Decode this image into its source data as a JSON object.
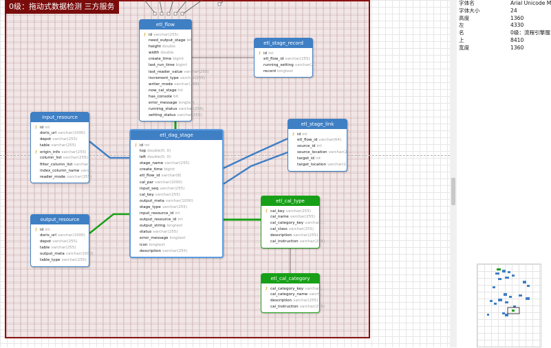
{
  "frame": {
    "title": "0级：拖动式数据检测 三方服务"
  },
  "properties": [
    {
      "key": "字体名",
      "value": "Arial Unicode M"
    },
    {
      "key": "字体大小",
      "value": "24"
    },
    {
      "key": "高度",
      "value": "1360"
    },
    {
      "key": "左",
      "value": "4330"
    },
    {
      "key": "名",
      "value": "0级：流程引擎服"
    },
    {
      "key": "上",
      "value": "8410"
    },
    {
      "key": "宽度",
      "value": "1360"
    }
  ],
  "tables": [
    {
      "id": "etl_flow",
      "title": "etl_flow",
      "color": "blue",
      "columns": [
        {
          "key": true,
          "name": "id",
          "type": "varchar(255)"
        },
        {
          "name": "need_output_stage",
          "type": "bit"
        },
        {
          "name": "height",
          "type": "double"
        },
        {
          "name": "width",
          "type": "double"
        },
        {
          "name": "create_time",
          "type": "bigint"
        },
        {
          "name": "last_run_time",
          "type": "bigint"
        },
        {
          "name": "last_reader_value",
          "type": "varchar(255)"
        },
        {
          "name": "increment_type",
          "type": "varchar(255)"
        },
        {
          "name": "writer_mode",
          "type": "varchar(255)"
        },
        {
          "name": "now_cal_stage",
          "type": "int"
        },
        {
          "name": "has_console",
          "type": "bit"
        },
        {
          "name": "error_message",
          "type": "longtext"
        },
        {
          "name": "running_status",
          "type": "varchar(255)"
        },
        {
          "name": "setting_status",
          "type": "varchar(255)"
        }
      ]
    },
    {
      "id": "etl_stage_record",
      "title": "etl_stage_record",
      "color": "blue",
      "columns": [
        {
          "key": true,
          "name": "id",
          "type": "int"
        },
        {
          "name": "etl_flow_id",
          "type": "varchar(255)"
        },
        {
          "name": "running_setting",
          "type": "varchar(2..."
        },
        {
          "name": "record",
          "type": "longtext"
        }
      ]
    },
    {
      "id": "input_resource",
      "title": "input_resource",
      "color": "blue",
      "columns": [
        {
          "key": true,
          "name": "id",
          "type": "int"
        },
        {
          "name": "doris_url",
          "type": "varchar(1000)"
        },
        {
          "name": "depot",
          "type": "varchar(255)"
        },
        {
          "name": "table",
          "type": "varchar(255)"
        },
        {
          "key": true,
          "name": "origin_info",
          "type": "varchar(255)"
        },
        {
          "name": "column_list",
          "type": "varchar(255)"
        },
        {
          "name": "filter_column_list",
          "type": "varchar(..."
        },
        {
          "name": "index_column_name",
          "type": "varc..."
        },
        {
          "name": "reader_mode",
          "type": "varchar(255)"
        }
      ]
    },
    {
      "id": "etl_dag_stage",
      "title": "etl_dag_stage",
      "color": "blue",
      "selected": true,
      "columns": [
        {
          "key": true,
          "name": "id",
          "type": "int"
        },
        {
          "name": "top",
          "type": "double(0, 0)"
        },
        {
          "name": "left",
          "type": "double(0, 0)"
        },
        {
          "name": "stage_name",
          "type": "varchar(255)"
        },
        {
          "name": "create_time",
          "type": "bigint"
        },
        {
          "name": "etl_flow_id",
          "type": "varchar(8)"
        },
        {
          "name": "cal_par",
          "type": "varchar(1000)"
        },
        {
          "name": "input_seq",
          "type": "varchar(255)"
        },
        {
          "name": "cal_key",
          "type": "varchar(255)"
        },
        {
          "name": "output_meta",
          "type": "varchar(1000)"
        },
        {
          "name": "stage_type",
          "type": "varchar(255)"
        },
        {
          "name": "input_resource_id",
          "type": "int"
        },
        {
          "name": "output_resource_id",
          "type": "int"
        },
        {
          "name": "output_string",
          "type": "longtext"
        },
        {
          "name": "status",
          "type": "varchar(255)"
        },
        {
          "name": "error_message",
          "type": "longtext"
        },
        {
          "name": "icon",
          "type": "longtext"
        },
        {
          "name": "description",
          "type": "varchar(255)"
        }
      ]
    },
    {
      "id": "etl_stage_link",
      "title": "etl_stage_link",
      "color": "blue",
      "columns": [
        {
          "key": true,
          "name": "id",
          "type": "int"
        },
        {
          "name": "etl_flow_id",
          "type": "varchar(64)"
        },
        {
          "name": "source_id",
          "type": "int"
        },
        {
          "name": "source_location",
          "type": "varchar(2..."
        },
        {
          "name": "target_id",
          "type": "int"
        },
        {
          "name": "target_location",
          "type": "varchar(2..."
        }
      ]
    },
    {
      "id": "output_resource",
      "title": "output_resource",
      "color": "blue",
      "columns": [
        {
          "key": true,
          "name": "id",
          "type": "int"
        },
        {
          "name": "doris_url",
          "type": "varchar(1000)"
        },
        {
          "name": "depot",
          "type": "varchar(255)"
        },
        {
          "name": "table",
          "type": "varchar(255)"
        },
        {
          "name": "output_meta",
          "type": "varchar(1000)"
        },
        {
          "name": "table_type",
          "type": "varchar(255)"
        }
      ]
    },
    {
      "id": "etl_cal_type",
      "title": "etl_cal_type",
      "color": "green",
      "columns": [
        {
          "key": true,
          "name": "cal_key",
          "type": "varchar(255)"
        },
        {
          "name": "cal_name",
          "type": "varchar(255)"
        },
        {
          "name": "cal_category_key",
          "type": "varchar(..."
        },
        {
          "name": "cal_class",
          "type": "varchar(255)"
        },
        {
          "name": "description",
          "type": "varchar(255)"
        },
        {
          "name": "cal_instruction",
          "type": "varchar(255)"
        }
      ]
    },
    {
      "id": "etl_cal_category",
      "title": "etl_cal_category",
      "color": "green",
      "columns": [
        {
          "key": true,
          "name": "cal_category_key",
          "type": "varchar(..."
        },
        {
          "name": "cal_category_name",
          "type": "varch..."
        },
        {
          "name": "description",
          "type": "varchar(255)"
        },
        {
          "name": "cal_instruction",
          "type": "varchar(255)"
        }
      ]
    }
  ]
}
